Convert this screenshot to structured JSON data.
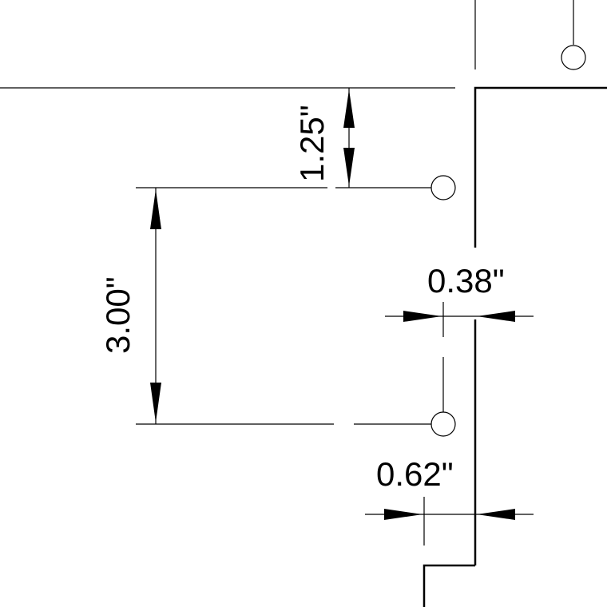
{
  "drawing": {
    "dimensions": {
      "vertical_top": "1.25\"",
      "vertical_left": "3.00\"",
      "horizontal_upper": "0.38\"",
      "horizontal_lower": "0.62\""
    },
    "line_color": "#000000",
    "background": "#ffffff"
  }
}
